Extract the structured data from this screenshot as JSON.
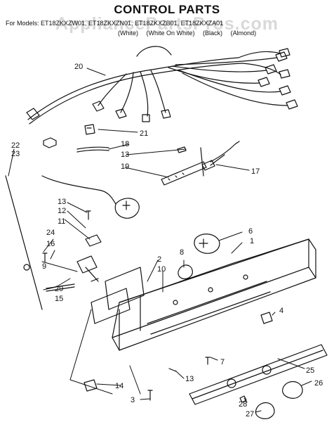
{
  "title": "CONTROL PARTS",
  "watermark": "AppliancePartsPros.com",
  "models_line": "For Models: ET18ZKXZW01, ET18ZKXZN01, ET18ZKXZB01, ET18ZKXZA01",
  "variants": [
    "(White)",
    "(White On White)",
    "(Black)",
    "(Almond)"
  ],
  "part_labels": [
    "20",
    "21",
    "22",
    "23",
    "18",
    "13",
    "19",
    "17",
    "13",
    "12",
    "11",
    "24",
    "16",
    "9",
    "29",
    "15",
    "8",
    "6",
    "1",
    "2",
    "10",
    "4",
    "7",
    "13",
    "14",
    "3",
    "25",
    "26",
    "28",
    "27"
  ]
}
